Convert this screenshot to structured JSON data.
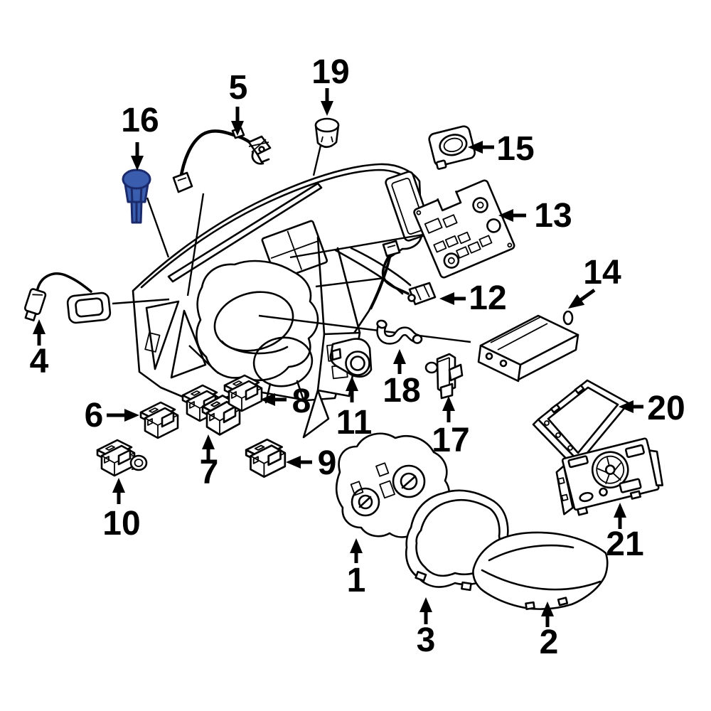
{
  "diagram": {
    "background_color": "#ffffff",
    "line_color": "#000000",
    "highlighted_part": {
      "number": "16",
      "fill_color": "#3a5dae",
      "stroke_color": "#1b2a6b"
    },
    "callouts": [
      {
        "number": "1"
      },
      {
        "number": "2"
      },
      {
        "number": "3"
      },
      {
        "number": "4"
      },
      {
        "number": "5"
      },
      {
        "number": "6"
      },
      {
        "number": "7"
      },
      {
        "number": "8"
      },
      {
        "number": "9"
      },
      {
        "number": "10"
      },
      {
        "number": "11"
      },
      {
        "number": "12"
      },
      {
        "number": "13"
      },
      {
        "number": "14"
      },
      {
        "number": "15"
      },
      {
        "number": "16"
      },
      {
        "number": "17"
      },
      {
        "number": "18"
      },
      {
        "number": "19"
      },
      {
        "number": "20"
      },
      {
        "number": "21"
      }
    ]
  }
}
